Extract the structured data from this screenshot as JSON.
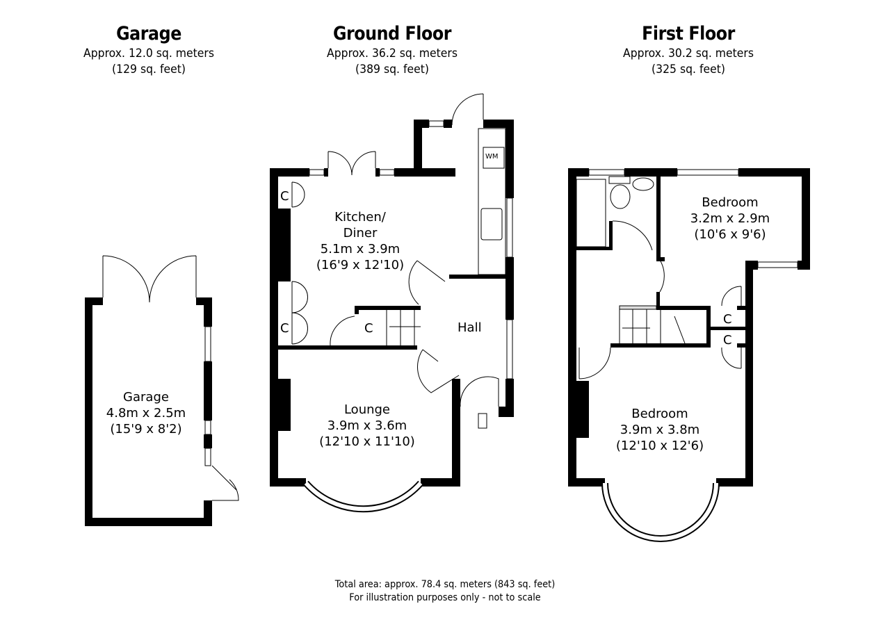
{
  "sections": [
    {
      "title": "Garage",
      "area_m": "Approx. 12.0 sq. meters",
      "area_ft": "(129 sq. feet)"
    },
    {
      "title": "Ground Floor",
      "area_m": "Approx. 36.2 sq. meters",
      "area_ft": "(389 sq. feet)"
    },
    {
      "title": "First Floor",
      "area_m": "Approx. 30.2 sq. meters",
      "area_ft": "(325 sq. feet)"
    }
  ],
  "rooms": {
    "garage": {
      "name": "Garage",
      "metric": "4.8m x 2.5m",
      "imperial": "(15'9 x 8'2)"
    },
    "kitchen": {
      "name": "Kitchen/",
      "name2": "Diner",
      "metric": "5.1m x 3.9m",
      "imperial": "(16'9 x 12'10)"
    },
    "hall": {
      "name": "Hall"
    },
    "lounge": {
      "name": "Lounge",
      "metric": "3.9m x 3.6m",
      "imperial": "(12'10 x 11'10)"
    },
    "bedroom2": {
      "name": "Bedroom",
      "metric": "3.2m x 2.9m",
      "imperial": "(10'6 x 9'6)"
    },
    "bedroom1": {
      "name": "Bedroom",
      "metric": "3.9m x 3.8m",
      "imperial": "(12'10 x 12'6)"
    }
  },
  "labels": {
    "cupboard": "C",
    "washing_machine": "WM"
  },
  "footer": {
    "total": "Total area: approx. 78.4 sq. meters (843 sq. feet)",
    "disclaimer": "For illustration purposes only - not to scale"
  }
}
